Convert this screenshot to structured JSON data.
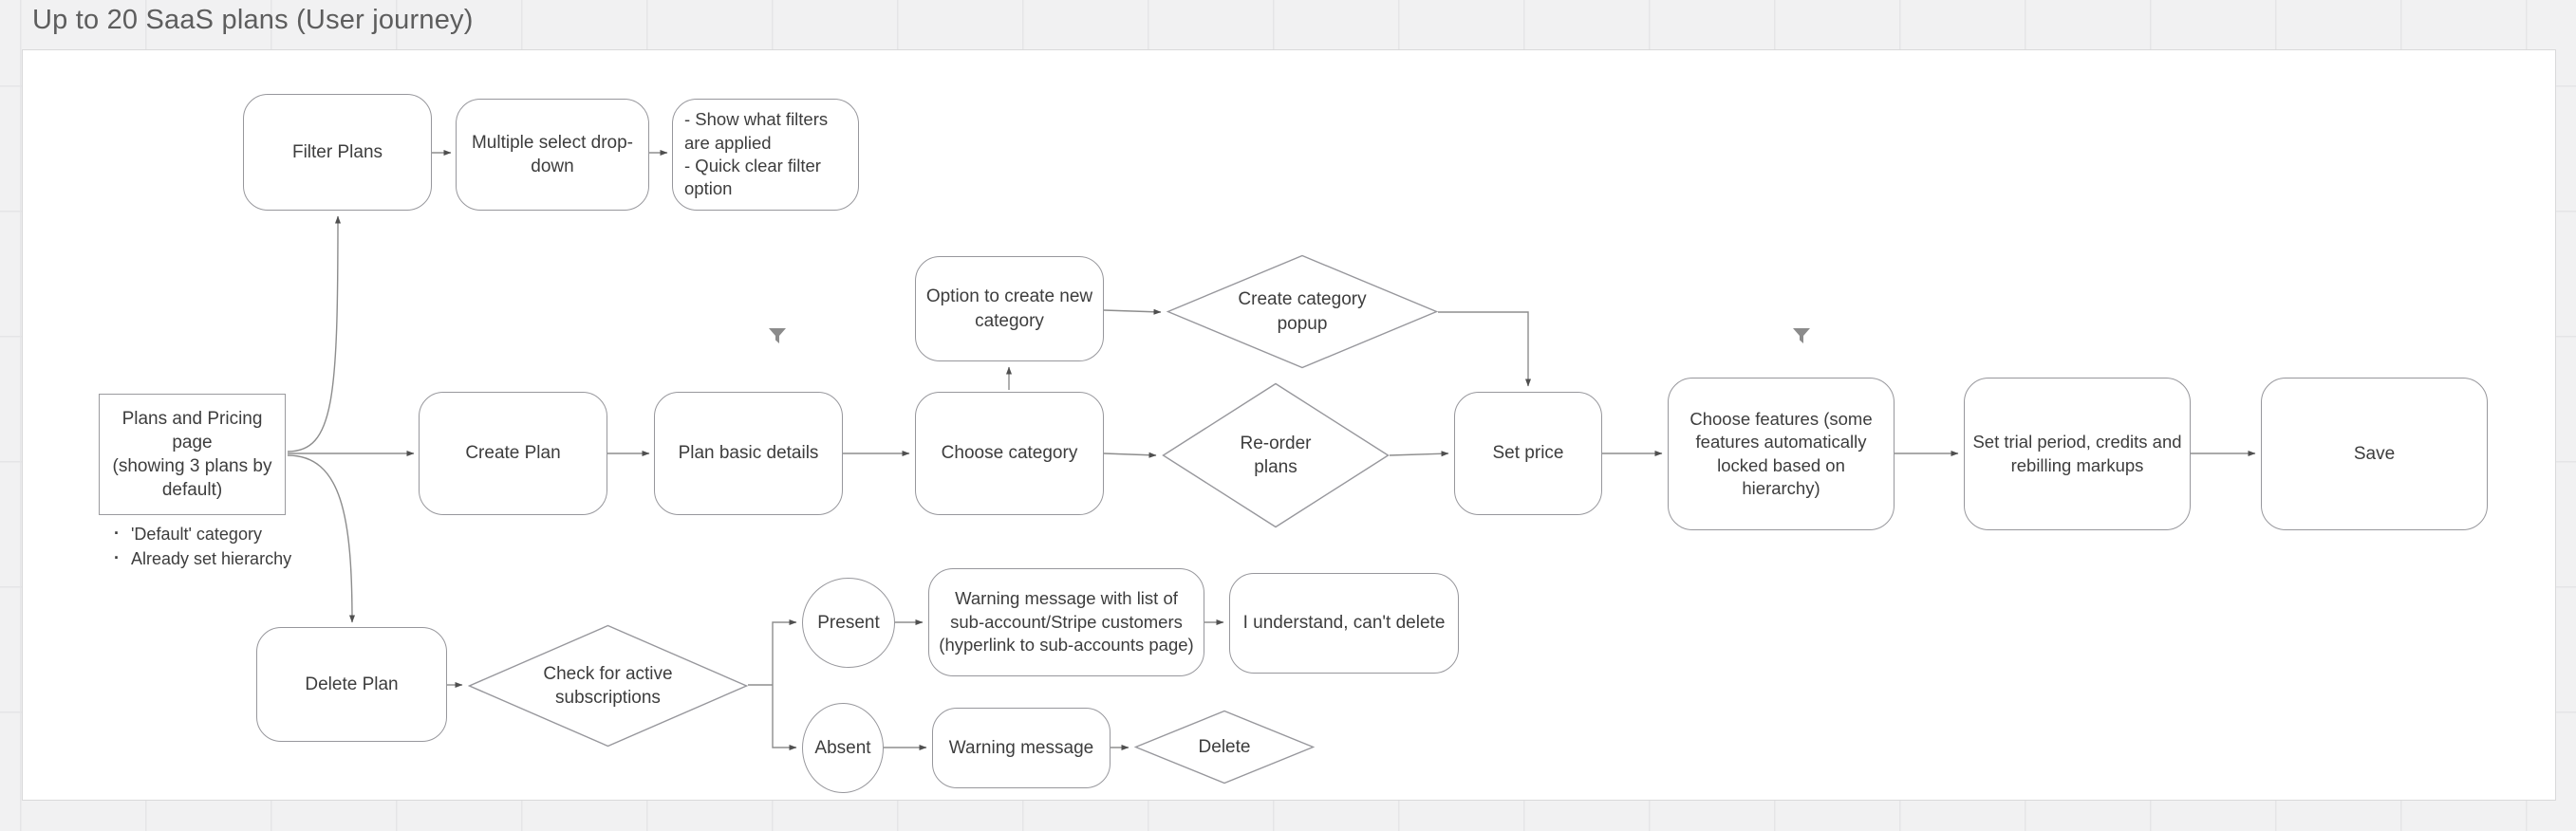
{
  "canvas": {
    "title": "Up to 20 SaaS plans (User journey)"
  },
  "flow": {
    "filter_plans": "Filter Plans",
    "multiple_select": "Multiple select drop-down",
    "filter_notes": "- Show what filters are applied\n- Quick clear filter option",
    "plans_pricing": "Plans and Pricing page\n(showing 3 plans by default)",
    "plans_pricing_bullets": [
      "'Default' category",
      "Already set hierarchy"
    ],
    "create_plan": "Create Plan",
    "plan_basic_details": "Plan basic details",
    "choose_category": "Choose category",
    "option_new_category": "Option to create new category",
    "create_category_popup": "Create category popup",
    "reorder_plans": "Re-order plans",
    "set_price": "Set price",
    "choose_features": "Choose features (some features automatically locked based on hierarchy)",
    "set_trial": "Set trial period, credits and rebilling markups",
    "save": "Save",
    "delete_plan": "Delete Plan",
    "check_active_subs": "Check for active subscriptions",
    "present": "Present",
    "absent": "Absent",
    "warning_with_list": "Warning message with list of sub-account/Stripe customers (hyperlink to sub-accounts page)",
    "i_understand": "I understand, can't delete",
    "warning_message": "Warning message",
    "delete": "Delete"
  },
  "colors": {
    "shape_border": "#97979c",
    "connector": "#8d8d8d",
    "text": "#3d3d3d",
    "canvas_bg": "#f1f1f2"
  }
}
